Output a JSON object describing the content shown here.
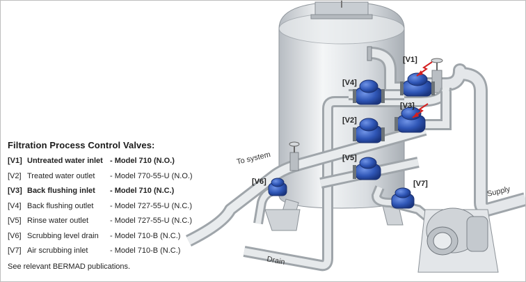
{
  "legend": {
    "title": "Filtration Process Control Valves:",
    "rows": [
      {
        "tag": "[V1]",
        "name": "Untreated water inlet",
        "model": "-  Model 710 (N.O.)",
        "bold": true
      },
      {
        "tag": "[V2]",
        "name": "Treated water outlet",
        "model": "-  Model 770-55-U (N.O.)",
        "bold": false
      },
      {
        "tag": "[V3]",
        "name": "Back flushing inlet",
        "model": "-  Model 710 (N.C.)",
        "bold": true
      },
      {
        "tag": "[V4]",
        "name": "Back flushing outlet",
        "model": "-  Model 727-55-U (N.C.)",
        "bold": false
      },
      {
        "tag": "[V5]",
        "name": "Rinse water outlet",
        "model": "-  Model 727-55-U (N.C.)",
        "bold": false
      },
      {
        "tag": "[V6]",
        "name": "Scrubbing level drain",
        "model": "-  Model 710-B (N.C.)",
        "bold": false
      },
      {
        "tag": "[V7]",
        "name": "Air scrubbing inlet",
        "model": "-  Model 710-B (N.C.)",
        "bold": false
      }
    ],
    "note": "See relevant BERMAD publications."
  },
  "diagram": {
    "valve_labels": {
      "v1": "[V1]",
      "v2": "[V2]",
      "v3": "[V3]",
      "v4": "[V4]",
      "v5": "[V5]",
      "v6": "[V6]",
      "v7": "[V7]"
    },
    "pipe_labels": {
      "to_system": "To system",
      "supply": "Supply",
      "drain": "Drain"
    },
    "colors": {
      "valve": "#2f56b6",
      "pipe": "#cfd4d8",
      "tank": "#dde1e5",
      "arrow": "#d42020"
    }
  }
}
